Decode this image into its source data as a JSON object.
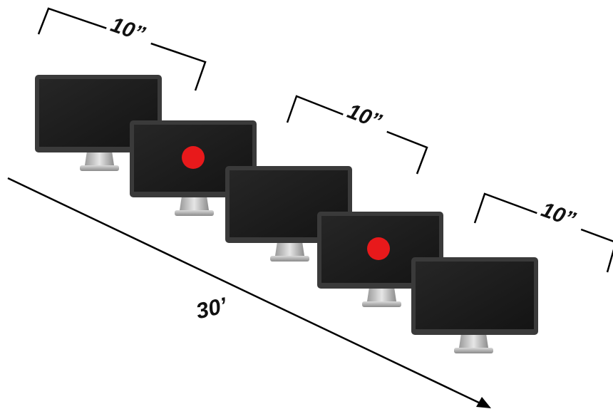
{
  "labels": {
    "interval_1": "10”",
    "interval_2": "10”",
    "interval_3": "10”",
    "total": "30’"
  },
  "monitors": [
    {
      "stimulus": "none"
    },
    {
      "stimulus": "red-dot"
    },
    {
      "stimulus": "none"
    },
    {
      "stimulus": "red-dot"
    },
    {
      "stimulus": "none"
    }
  ],
  "colors": {
    "screen": "#1a1a1a",
    "bezel": "#3a3a3a",
    "stimulus_dot": "#e8191b",
    "line": "#000000"
  }
}
